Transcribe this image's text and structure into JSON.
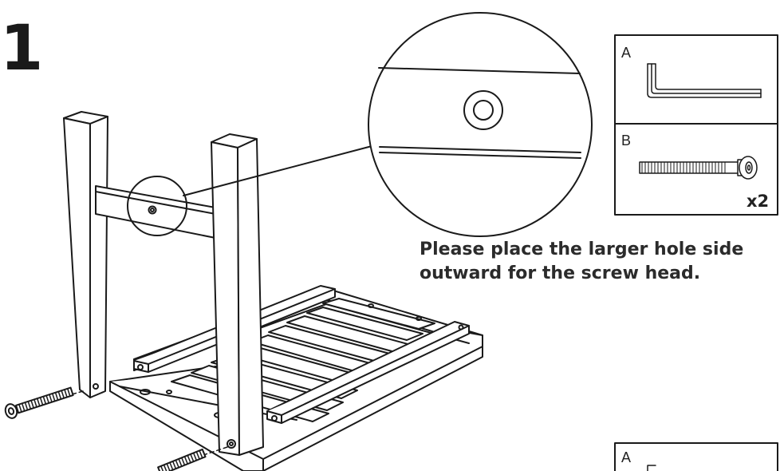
{
  "step": {
    "number": "1"
  },
  "instruction": {
    "lines": [
      "Please place the larger hole side",
      "outward for the screw head."
    ]
  },
  "parts_box": {
    "part_a": {
      "letter": "A",
      "icon": "hex-key-icon"
    },
    "part_b": {
      "letter": "B",
      "icon": "bolt-icon",
      "quantity": "x2"
    }
  },
  "next_parts_box": {
    "part_a": {
      "letter": "A",
      "icon": "hex-key-icon"
    }
  },
  "colors": {
    "line": "#1a1a1a",
    "background": "#ffffff"
  }
}
